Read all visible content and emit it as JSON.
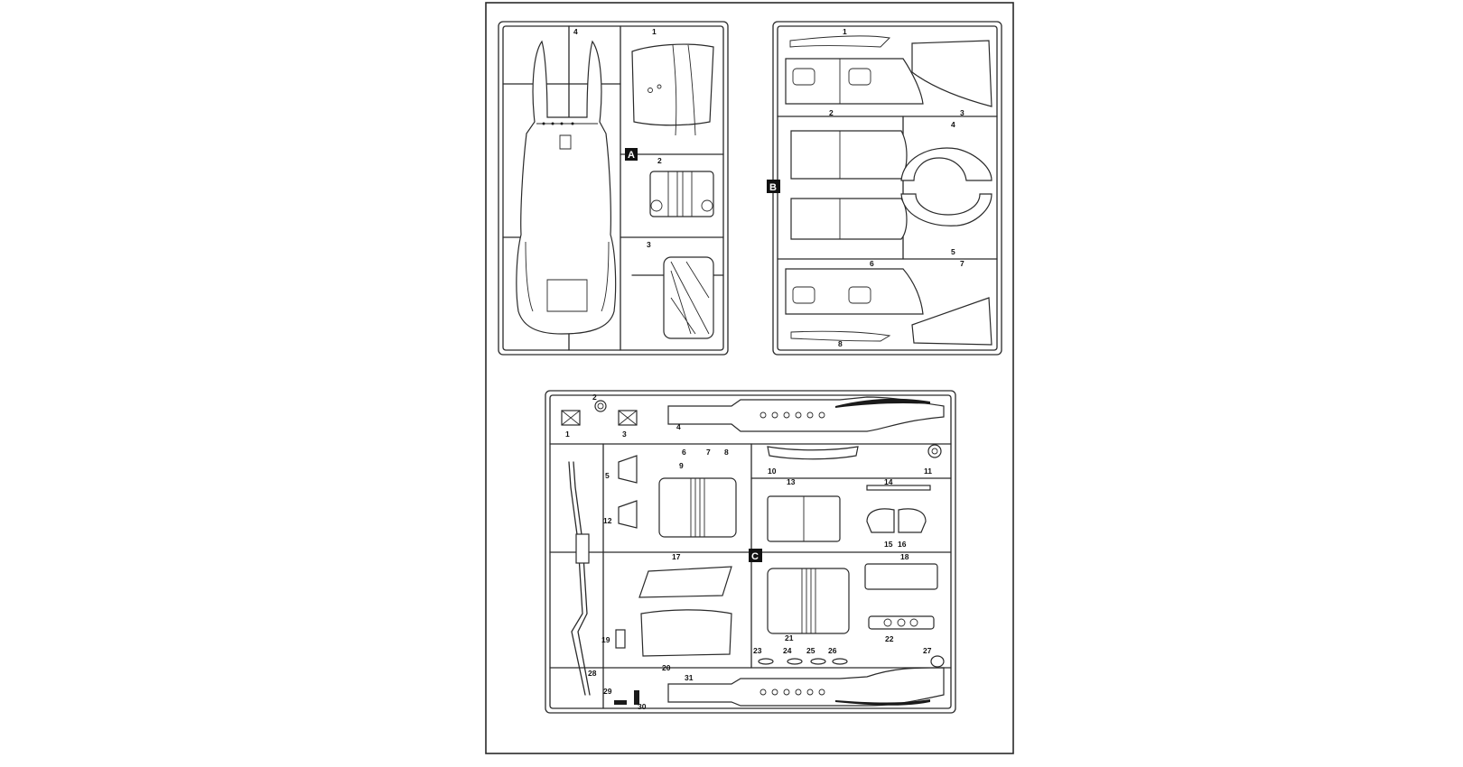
{
  "sprues": [
    {
      "letter": "A",
      "parts": [
        {
          "label": "1"
        },
        {
          "label": "2"
        },
        {
          "label": "3"
        },
        {
          "label": "4"
        }
      ]
    },
    {
      "letter": "B",
      "parts": [
        {
          "label": "1"
        },
        {
          "label": "2"
        },
        {
          "label": "3"
        },
        {
          "label": "4"
        },
        {
          "label": "5"
        },
        {
          "label": "6"
        },
        {
          "label": "7"
        },
        {
          "label": "8"
        }
      ]
    },
    {
      "letter": "C",
      "parts": [
        {
          "label": "1"
        },
        {
          "label": "2"
        },
        {
          "label": "3"
        },
        {
          "label": "4"
        },
        {
          "label": "5"
        },
        {
          "label": "6"
        },
        {
          "label": "7"
        },
        {
          "label": "8"
        },
        {
          "label": "9"
        },
        {
          "label": "10"
        },
        {
          "label": "11"
        },
        {
          "label": "12"
        },
        {
          "label": "13"
        },
        {
          "label": "14"
        },
        {
          "label": "15"
        },
        {
          "label": "16"
        },
        {
          "label": "17"
        },
        {
          "label": "18"
        },
        {
          "label": "19"
        },
        {
          "label": "20"
        },
        {
          "label": "21"
        },
        {
          "label": "22"
        },
        {
          "label": "23"
        },
        {
          "label": "24"
        },
        {
          "label": "25"
        },
        {
          "label": "26"
        },
        {
          "label": "27"
        },
        {
          "label": "28"
        },
        {
          "label": "29"
        },
        {
          "label": "30"
        },
        {
          "label": "31"
        }
      ]
    }
  ]
}
